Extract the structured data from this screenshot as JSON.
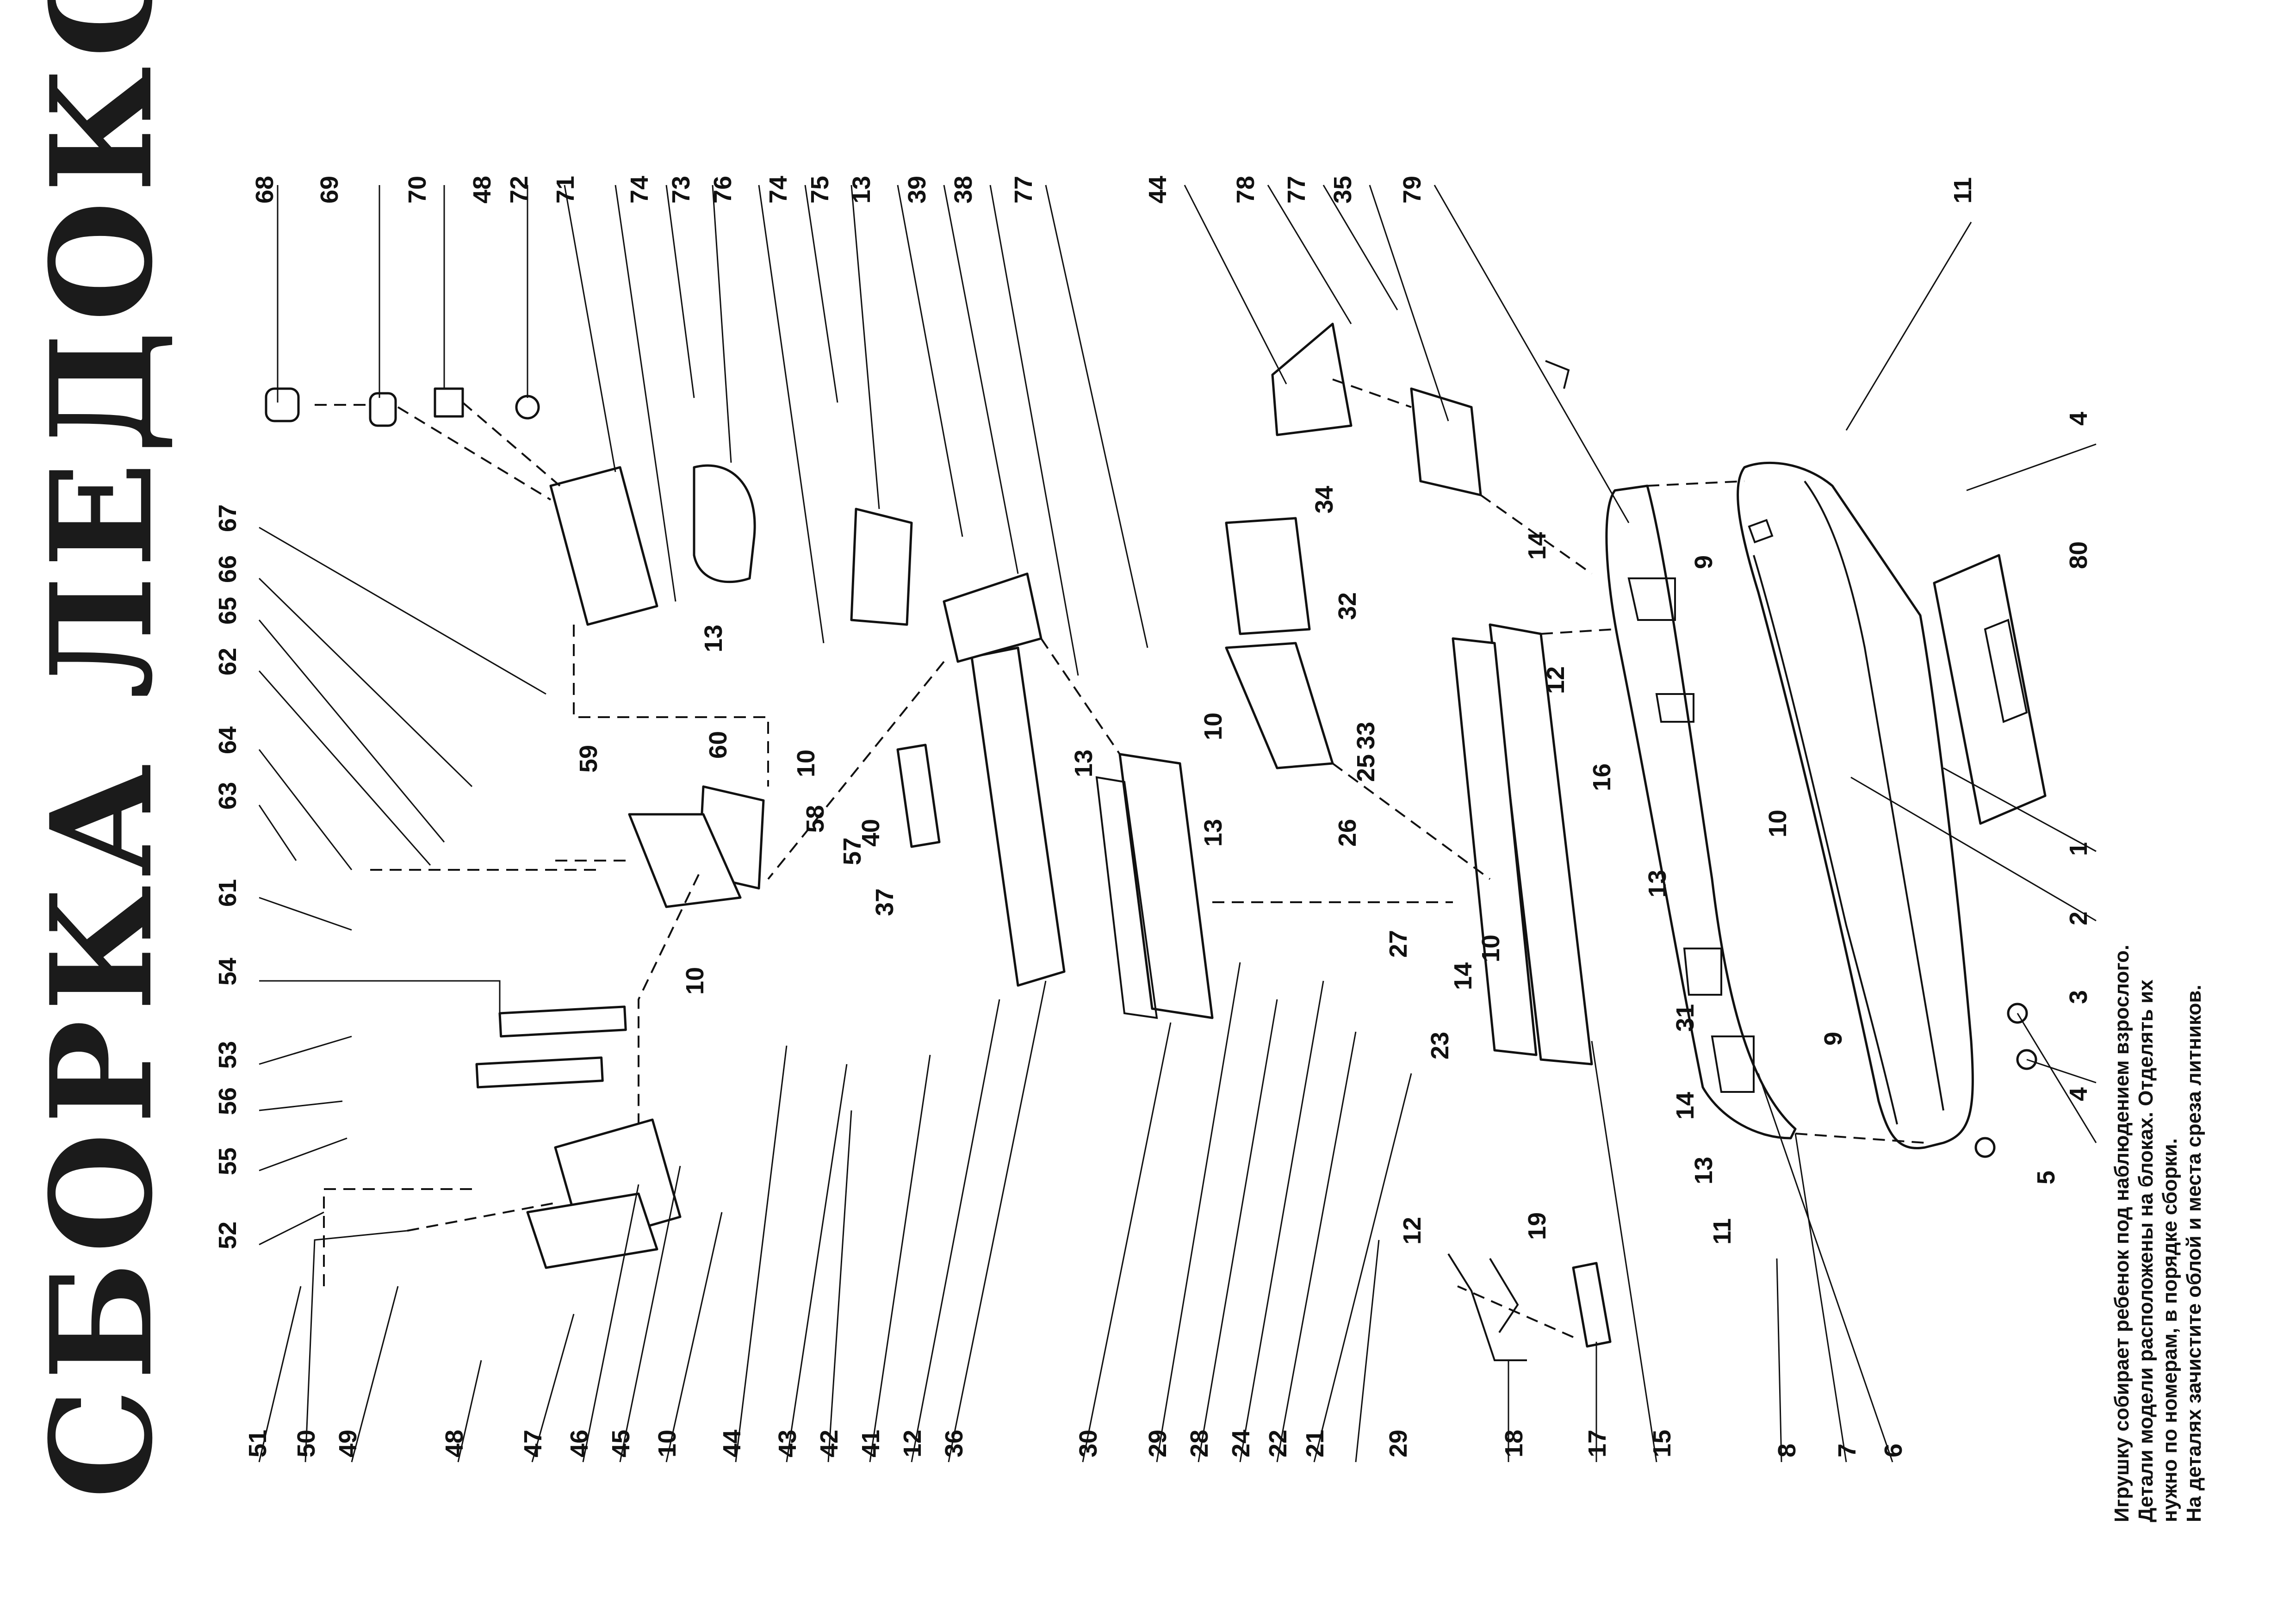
{
  "title": "СБОРКА ЛЕДОКОЛА",
  "notes": [
    "Игрушку собирает ребенок под наблюдением взрослого.",
    "Детали модели расположены на блоках. Отделять их",
    "нужно по номерам, в порядке сборки.",
    "На деталях зачистите облой и места среза литников."
  ],
  "callouts": {
    "top": [
      "68",
      "69",
      "70",
      "48",
      "72",
      "71",
      "74",
      "73",
      "76",
      "74",
      "75",
      "13",
      "39",
      "38",
      "77",
      "44",
      "78",
      "77",
      "35",
      "79",
      "11"
    ],
    "bottom": [
      "51",
      "50",
      "49",
      "48",
      "47",
      "46",
      "45",
      "10",
      "44",
      "43",
      "42",
      "41",
      "12",
      "36",
      "30",
      "29",
      "28",
      "24",
      "22",
      "21",
      "29",
      "18",
      "17",
      "15",
      "8",
      "7",
      "6"
    ],
    "left": [
      "67",
      "66",
      "65",
      "62",
      "64",
      "63",
      "61",
      "54",
      "53",
      "56",
      "55",
      "52"
    ],
    "right": [
      "4",
      "80",
      "1",
      "2",
      "3",
      "4",
      "5"
    ],
    "inner": [
      "13",
      "59",
      "60",
      "58",
      "57",
      "10",
      "10",
      "40",
      "37",
      "13",
      "10",
      "13",
      "34",
      "32",
      "33",
      "25",
      "26",
      "27",
      "14",
      "23",
      "12",
      "16",
      "13",
      "10",
      "31",
      "14",
      "13",
      "11",
      "19",
      "12",
      "9",
      "10",
      "9",
      "14"
    ]
  }
}
